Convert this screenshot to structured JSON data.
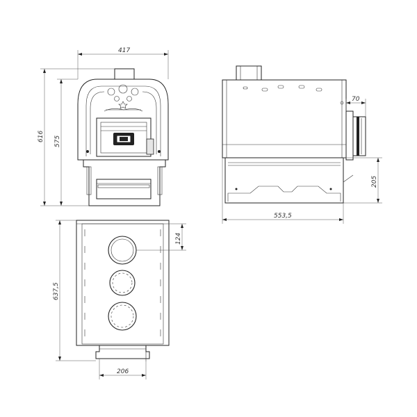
{
  "dimensions": {
    "front_width": "417",
    "front_total_height": "616",
    "front_body_height": "575",
    "side_length": "553,5",
    "side_chimney_offset": "70",
    "side_ash_height": "205",
    "top_depth": "637,5",
    "top_hole_offset": "124",
    "top_door_width": "206"
  },
  "colors": {
    "line": "#222222",
    "dimension": "#555555",
    "background": "#ffffff"
  },
  "icons": {
    "brand_logo": "brand-logo-icon"
  }
}
